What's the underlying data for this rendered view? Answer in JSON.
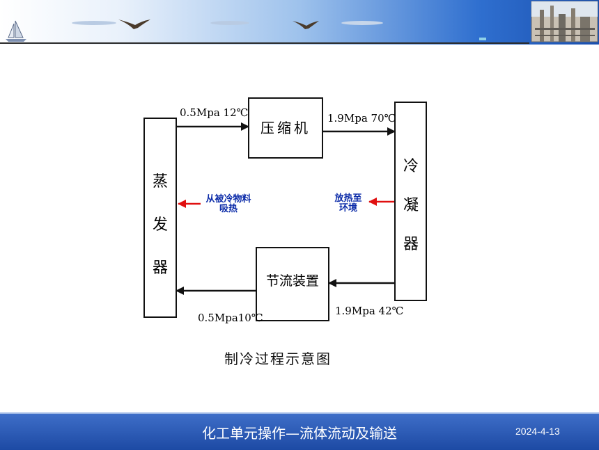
{
  "diagram": {
    "nodes": {
      "compressor": "压缩机",
      "condenser": [
        "冷",
        "凝",
        "器"
      ],
      "evaporator": [
        "蒸",
        "发",
        "器"
      ],
      "throttle": "节流装置"
    },
    "flows": {
      "evap_to_comp": "0.5Mpa 12℃",
      "comp_to_cond": "1.9Mpa 70℃",
      "cond_to_throttle": "1.9Mpa 42℃",
      "throttle_to_evap": "0.5Mpa10℃"
    },
    "heat_notes": {
      "absorb": [
        "从被冷物料",
        "吸热"
      ],
      "release": [
        "放热至",
        "环境"
      ]
    },
    "caption": "制冷过程示意图"
  },
  "footer": {
    "title": "化工单元操作—流体流动及输送",
    "date": "2024-4-13"
  },
  "colors": {
    "heat_arrow": "#e01010",
    "heat_text": "#0a2aa8",
    "footer_bg": "#1d4aa4"
  },
  "icons": [
    "sailboat-icon",
    "bird-icon",
    "cloud-icon",
    "refinery-photo"
  ]
}
